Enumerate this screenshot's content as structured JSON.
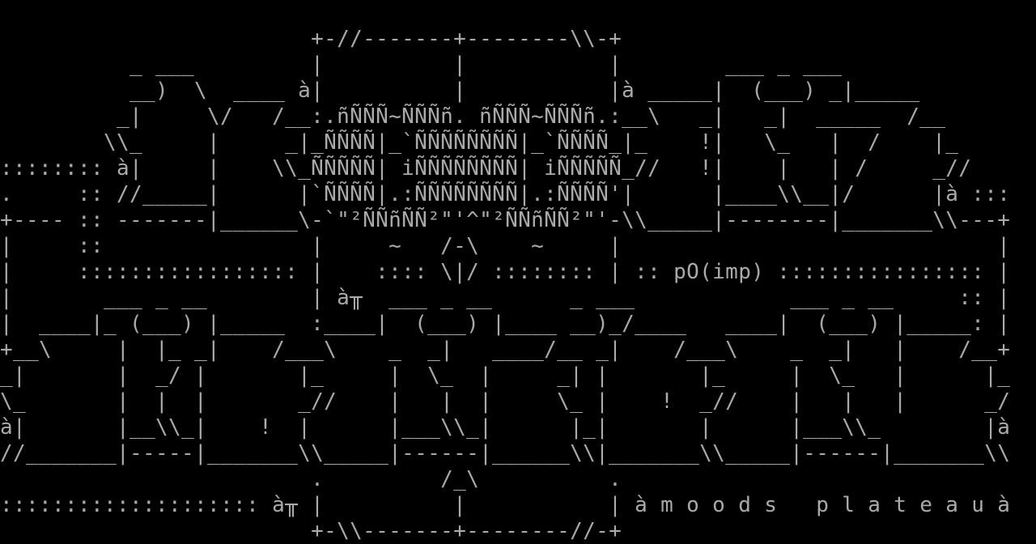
{
  "colors": {
    "background": "#000000",
    "foreground": "#aaaaaa"
  },
  "art": {
    "lines": [
      "",
      "                        +-//-------+--------\\\\-+",
      "          _ ___         |          |           |        ___ _ ___",
      "          __)  \\  ____ à|          |           |à _____|  (___) _|_____",
      "         _|     \\/   /__:.ñÑÑÑ~ÑÑÑñ. ñÑÑÑ~ÑÑÑñ.:__\\   _|   _|  _____  /__",
      "        \\\\_     |     _|_ÑÑÑÑ|_`ÑÑÑÑÑÑÑÑ|_`ÑÑÑÑ_|_    !|   \\_   |  /    |_",
      ":::::::: à|     |    \\\\_ÑÑÑÑÑ| iÑÑÑÑÑÑÑÑ| iÑÑÑÑÑ_//   !|    |   | /     _//",
      ".     :: //_____|      |`ÑÑÑÑ|.:ÑÑÑÑÑÑÑÑ|.:ÑÑÑÑ'|      |____\\\\__|/      |à :::",
      "+---- :: -------|______\\-`\"²ÑÑñÑÑ²\"'^\"²ÑÑñÑÑ²\"'-\\\\_____|--------|_______\\\\---+",
      "|     ::                |     ~   /-\\    ~     |                             |",
      "|     ::::::::::::::::: |    :::: \\|/ :::::::: | :: pO(imp) :::::::::::::::: |",
      "|       ___ _ __        | à╥  ___ _ __      _ ___            ___ _ __     :: |",
      "|  ____|_ (___) |_____  :____|  (___) |____ __)_/____   ____|  (___) |_____: |",
      "+__\\     |  |_ _|    /___\\    _  _|   ____/__ _|    /___\\    _  _|   |    /__+",
      "_|       |  _/ |       |_     |  \\_  |     _| |       |_     |  \\_   |      |_",
      "\\_       |  |  |       _//    |   |  |     \\_ |    !  _//    |   |   |      _/",
      "à|       |__\\\\_|    !  |      |___\\\\_|      |_|       |      |___\\\\_        |à",
      "//_______|-----|_______\\\\_____|------|______\\\\|_______\\\\_____|------|_______\\\\",
      "                        .         /_\\          .",
      ":::::::::::::::::::: à╥ |          |           | à m o o d s   p l a t e a u à",
      "                        +-\\\\-------+--------//-+"
    ]
  }
}
